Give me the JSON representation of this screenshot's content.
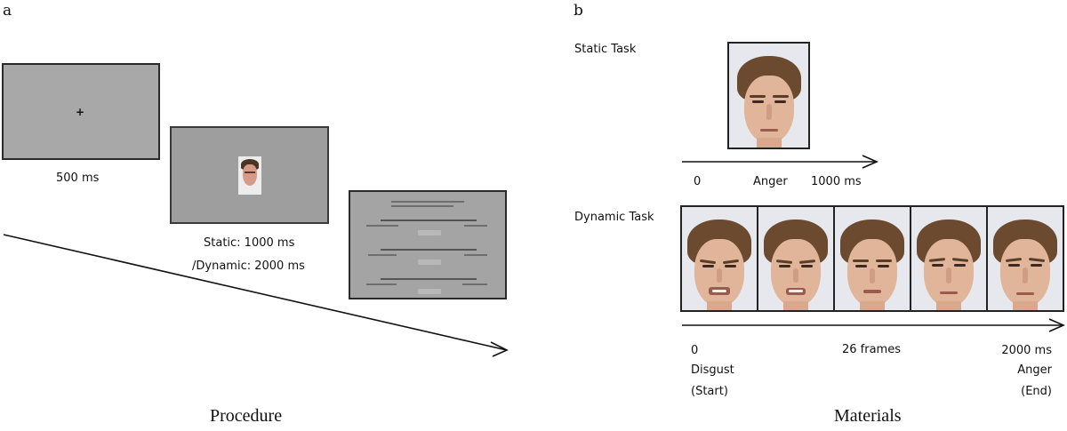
{
  "panel_a": {
    "label": "a",
    "caption": "Procedure",
    "steps": [
      {
        "name": "fixation",
        "duration_label": "500 ms",
        "content": "fixation-cross"
      },
      {
        "name": "face-stimulus",
        "duration_label_line1": "Static: 1000 ms",
        "duration_label_line2": "/Dynamic: 2000 ms",
        "content": "face"
      },
      {
        "name": "rating-screen",
        "content": "three rating scales with buttons"
      }
    ]
  },
  "panel_b": {
    "label": "b",
    "caption": "Materials",
    "static_task": {
      "title": "Static Task",
      "timeline": {
        "start": "0",
        "middle": "Anger",
        "end": "1000 ms"
      }
    },
    "dynamic_task": {
      "title": "Dynamic Task",
      "frames": [
        {
          "expression": "disgust"
        },
        {
          "expression": "disgust"
        },
        {
          "expression": "neutral"
        },
        {
          "expression": "anger"
        },
        {
          "expression": "anger"
        }
      ],
      "timeline": {
        "start": "0",
        "start_emotion": "Disgust",
        "start_tag": "(Start)",
        "middle": "26 frames",
        "end": "2000 ms",
        "end_emotion": "Anger",
        "end_tag": "(End)"
      }
    }
  }
}
